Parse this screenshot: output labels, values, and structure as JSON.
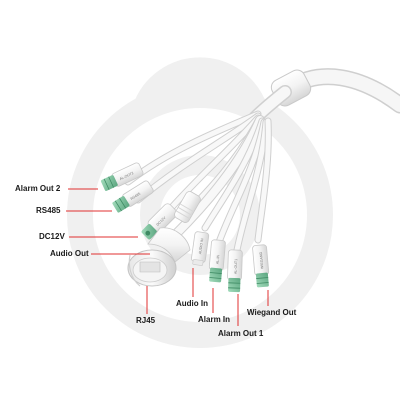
{
  "labels": {
    "alarm_out_2": "Alarm Out 2",
    "rs485": "RS485",
    "dc12v": "DC12V",
    "audio_out": "Audio Out",
    "rj45": "RJ45",
    "audio_in": "Audio In",
    "alarm_in": "Alarm In",
    "alarm_out_1": "Alarm Out 1",
    "wiegand_out": "Wiegand Out"
  },
  "connector_text": {
    "alarm_out_2": "AL-OUT2",
    "rs485": "RS485",
    "dc12v": "DC12V",
    "audio_in": "AUDIO IN",
    "alarm_in": "AL-IN",
    "alarm_out_1": "AL-OUT1",
    "wiegand_out": "WIEGAND"
  },
  "colors": {
    "cable": "#f2f2f2",
    "cable_edge": "#cfcfcf",
    "terminal_green": "#7fc7a0",
    "terminal_dark": "#5aa57f",
    "leader_line": "#e03030",
    "watermark": "#f1f1f1"
  },
  "icons": {
    "watermark": "security-lock-watermark-icon"
  }
}
